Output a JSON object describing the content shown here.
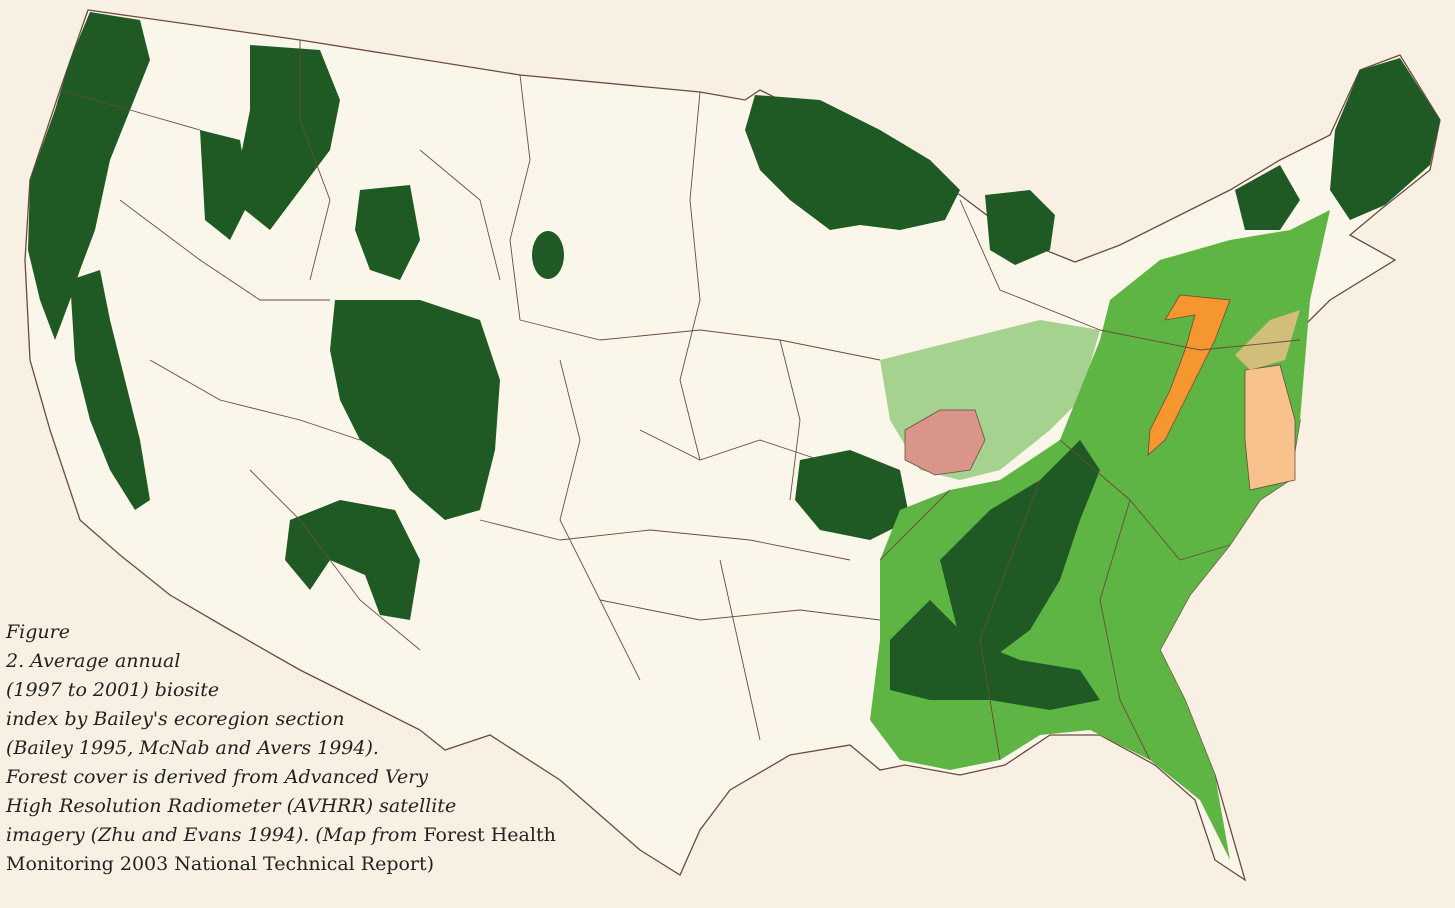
{
  "caption": {
    "lines": [
      "Figure",
      "2. Average annual",
      "(1997 to 2001) biosite",
      "index by Bailey's ecoregion section",
      "(Bailey 1995, McNab and Avers 1994).",
      "Forest cover is derived from Advanced Very",
      "High Resolution Radiometer (AVHRR) satellite"
    ],
    "line8_italic": "imagery (Zhu and Evans 1994). (Map from",
    "line8_roman": " Forest Health",
    "line9": "Monitoring 2003 National Technical Report)"
  },
  "colors": {
    "background": "#f8f1e3",
    "dark_forest": "#1f5a24",
    "light_forest": "#5eb544",
    "orange_high": "#f5962e",
    "orange_light": "#f7c28c",
    "pink_low": "#d9958a",
    "boundary": "#6b4a40"
  }
}
